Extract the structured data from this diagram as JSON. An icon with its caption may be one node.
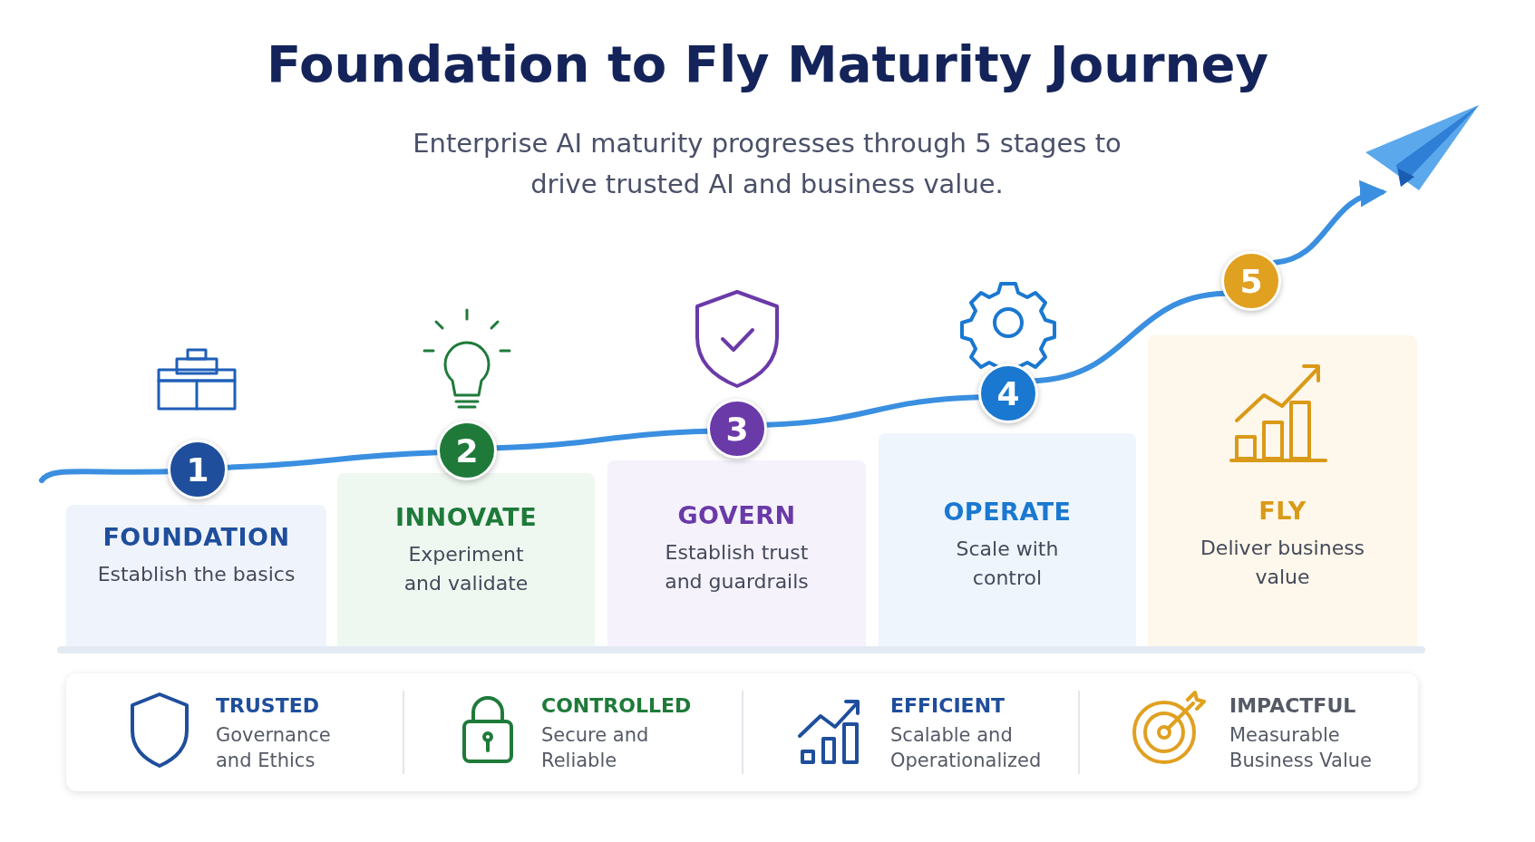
{
  "diagram": {
    "title": "Foundation to Fly Maturity Journey",
    "nodes": [
      {
        "text": [
          "1"
        ]
      },
      {
        "text": [
          "2"
        ]
      },
      {
        "text": [
          "3"
        ]
      },
      {
        "text": [
          "4"
        ]
      },
      {
        "text": [
          "5"
        ]
      },
      {
        "text": [
          "FOUNDATION",
          "Establish the basics"
        ]
      },
      {
        "text": [
          "INNOVATE",
          "Experiment and validate"
        ]
      },
      {
        "text": [
          "GOVERN",
          "Establish trust and guardrails"
        ]
      },
      {
        "text": [
          "OPERATE",
          "Scale with control"
        ]
      },
      {
        "text": [
          "FLY",
          "Deliver business value"
        ]
      },
      {
        "text": [
          "TRUSTED",
          "Governance and Ethics"
        ]
      },
      {
        "text": [
          "CONTROLLED",
          "Secure and Reliable"
        ]
      },
      {
        "text": [
          "EFFICIENT",
          "Scalable and Operationalized"
        ]
      },
      {
        "text": [
          "IMPACTFUL",
          "Measurable Business Value"
        ]
      },
      {
        "text": [],
        "shape": "picture"
      }
    ],
    "edges": [
      {
        "from": null,
        "to": 0,
        "arrow": "none"
      },
      {
        "from": 0,
        "to": 1,
        "arrow": "none"
      },
      {
        "from": 1,
        "to": 2,
        "arrow": "none"
      },
      {
        "from": 2,
        "to": 3,
        "arrow": "none"
      },
      {
        "from": 3,
        "to": 4,
        "arrow": "none"
      },
      {
        "from": 4,
        "to": 14,
        "arrow": "to"
      }
    ],
    "labels": [
      "Enterprise AI maturity progresses through 5 stages to drive trusted AI and business value."
    ]
  }
}
